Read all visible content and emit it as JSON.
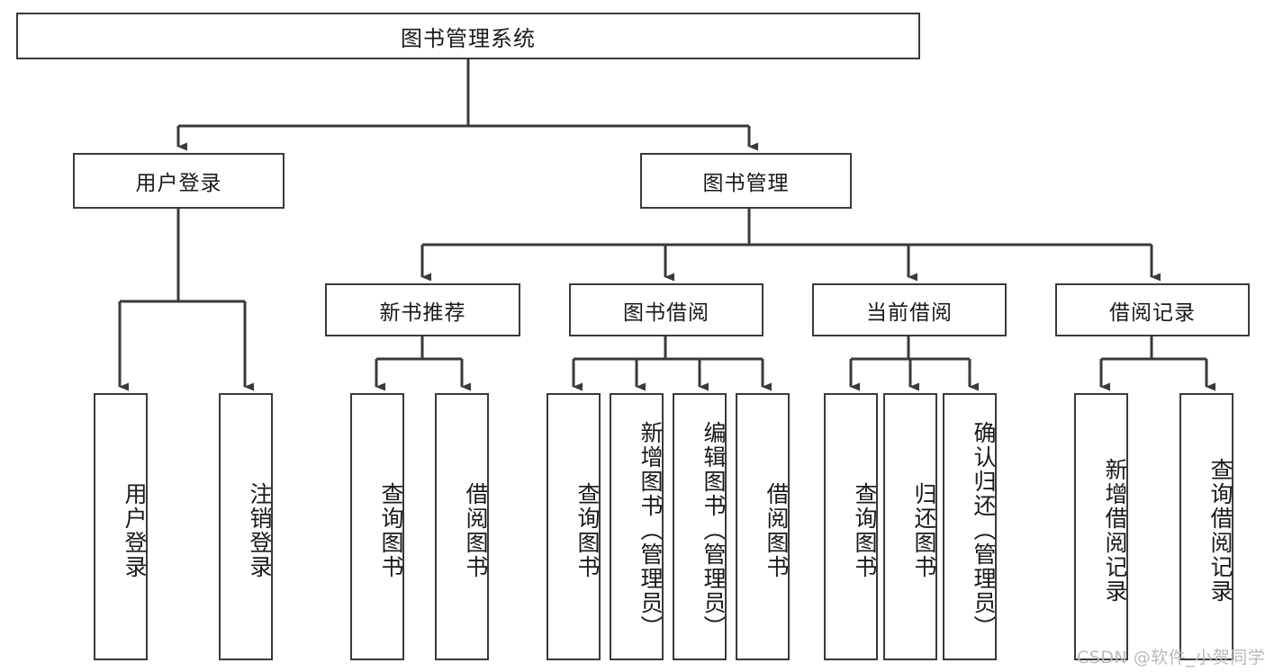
{
  "diagram": {
    "title": "图书管理系统",
    "type": "功能结构图",
    "line_color": "#3a3a3a",
    "box_fill": "#ffffff",
    "text_color": "#1a1a1a"
  },
  "root": {
    "label": "图书管理系统"
  },
  "level2": [
    {
      "label": "用户登录"
    },
    {
      "label": "图书管理"
    }
  ],
  "level3": [
    {
      "label": "新书推荐"
    },
    {
      "label": "图书借阅"
    },
    {
      "label": "当前借阅"
    },
    {
      "label": "借阅记录"
    }
  ],
  "leaves": {
    "user_login": [
      {
        "label": "用户登录"
      },
      {
        "label": "注销登录"
      }
    ],
    "new_book": [
      {
        "label": "查询图书"
      },
      {
        "label": "借阅图书"
      }
    ],
    "book_borrow": [
      {
        "label": "查询图书"
      },
      {
        "label": "新增图书（管理员）"
      },
      {
        "label": "编辑图书（管理员）"
      },
      {
        "label": "借阅图书"
      }
    ],
    "current_borrow": [
      {
        "label": "查询图书"
      },
      {
        "label": "归还图书"
      },
      {
        "label": "确认归还（管理员）"
      }
    ],
    "borrow_record": [
      {
        "label": "新增借阅记录"
      },
      {
        "label": "查询借阅记录"
      }
    ]
  },
  "watermark": {
    "text": "CSDN @软件_小贺同学",
    "color": "#b9b9b9"
  }
}
